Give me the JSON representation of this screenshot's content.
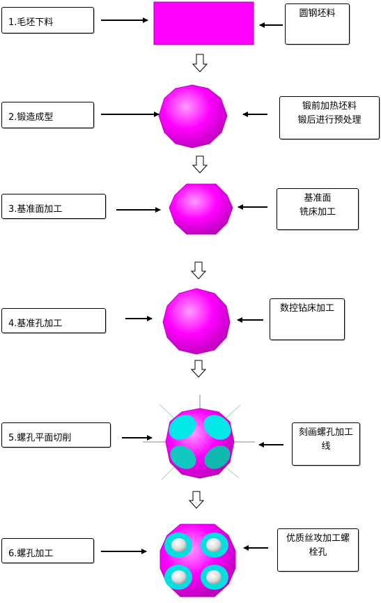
{
  "steps": [
    {
      "label": "1.毛坯下料",
      "desc": [
        "圆钢坯料"
      ]
    },
    {
      "label": "2.锻造成型",
      "desc": [
        "锻前加热坯料",
        "锻后进行预处理"
      ]
    },
    {
      "label": "3.基准面加工",
      "desc": [
        "基准面",
        "铣床加工"
      ]
    },
    {
      "label": "4.基准孔加工",
      "desc": [
        "数控钻床加工"
      ]
    },
    {
      "label": "5.螺孔平面切削",
      "desc": [
        "刻画螺孔加工",
        "线"
      ]
    },
    {
      "label": "6.螺孔加工",
      "desc": [
        "优质丝攻加工螺",
        "栓孔"
      ]
    }
  ],
  "colors": {
    "magenta": "#ff00ff",
    "cyan": "#00e8e8",
    "black": "#000000"
  }
}
